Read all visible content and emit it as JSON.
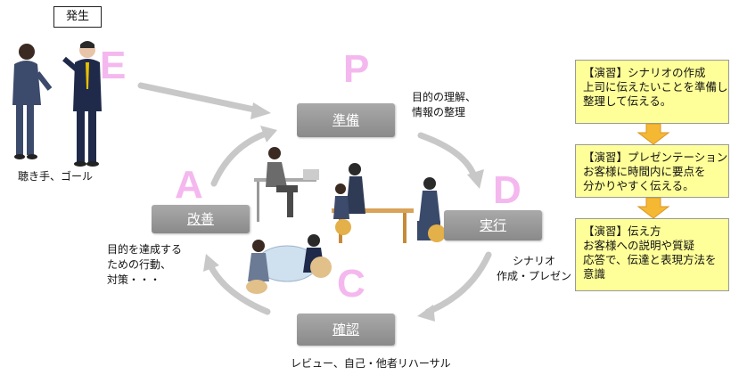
{
  "occurrence": {
    "label": "発生"
  },
  "listener_caption": "聴き手、ゴール",
  "letters": {
    "e": "E",
    "p": "P",
    "d": "D",
    "c": "C",
    "a": "A"
  },
  "steps": {
    "plan": "準備",
    "do": "実行",
    "check": "確認",
    "act": "改善"
  },
  "captions": {
    "plan": [
      "目的の理解、",
      "情報の整理"
    ],
    "do": [
      "シナリオ",
      "作成・プレゼン"
    ],
    "check": "レビュー、自己・他者リハーサル",
    "act": [
      "目的を達成する",
      "ための行動、",
      "対策・・・"
    ]
  },
  "exercises": [
    {
      "lines": [
        "【演習】シナリオの作成",
        "上司に伝えたいことを準備し",
        "整理して伝える。"
      ]
    },
    {
      "lines": [
        "【演習】プレゼンテーション",
        "お客様に時間内に要点を",
        "分かりやすく伝える。"
      ]
    },
    {
      "lines": [
        "【演習】伝え方",
        "お客様への説明や質疑",
        "応答で、伝達と表現方法を",
        "意識"
      ]
    }
  ],
  "colors": {
    "letter_pink": "#f4b8ee",
    "step_gray": "#999999",
    "arrow_gray": "#c8c8c8",
    "exercise_yellow": "#ffff99",
    "down_arrow_orange": "#f5b833"
  }
}
